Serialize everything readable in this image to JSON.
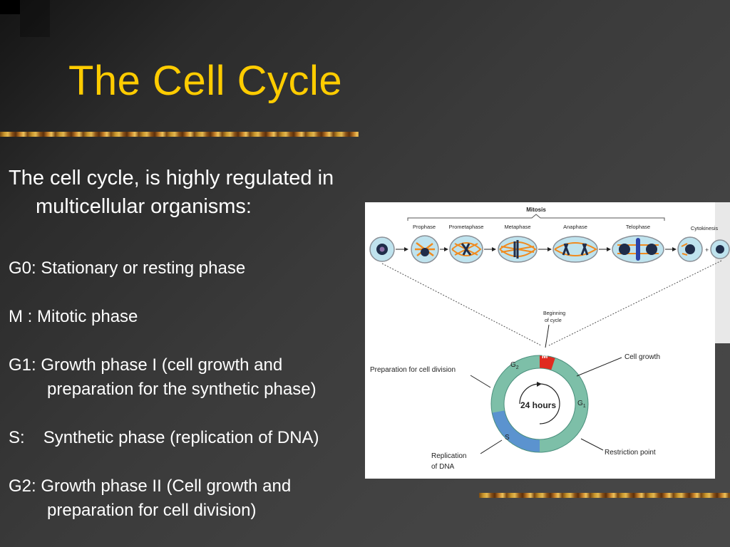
{
  "slide": {
    "title": "The Cell Cycle",
    "intro_line1": "The cell cycle, is highly regulated in",
    "intro_line2": "multicellular organisms:",
    "phases": [
      {
        "line1": "G0: Stationary or resting phase"
      },
      {
        "line1": "M : Mitotic phase"
      },
      {
        "line1": "G1: Growth phase I (cell growth and",
        "line2": "preparation for the synthetic phase)"
      },
      {
        "code": "S:",
        "desc": "Synthetic phase (replication of DNA)"
      },
      {
        "line1": "G2: Growth phase II (Cell growth and",
        "line2": "preparation for cell division)"
      }
    ]
  },
  "figure": {
    "mitosis_label": "Mitosis",
    "stages": [
      "Prophase",
      "Prometaphase",
      "Metaphase",
      "Anaphase",
      "Telophase",
      "Cytokinesis"
    ],
    "beginning_label_1": "Beginning",
    "beginning_label_2": "of cycle",
    "center_label": "24 hours",
    "m_label": "M",
    "g1_label": "G",
    "g1_sub": "1",
    "g2_label": "G",
    "g2_sub": "2",
    "s_label": "S",
    "cell_growth": "Cell growth",
    "preparation": "Preparation for cell division",
    "replication_1": "Replication",
    "replication_2": "of DNA",
    "restriction": "Restriction point",
    "colors": {
      "title": "#FFCC00",
      "ring_green": "#7dbfa8",
      "ring_blue": "#5b93cf",
      "ring_red": "#e02a1f",
      "cell_fill": "#bfe3ee",
      "spindle": "#f08a1e",
      "chromosome": "#1f2d4a"
    }
  }
}
